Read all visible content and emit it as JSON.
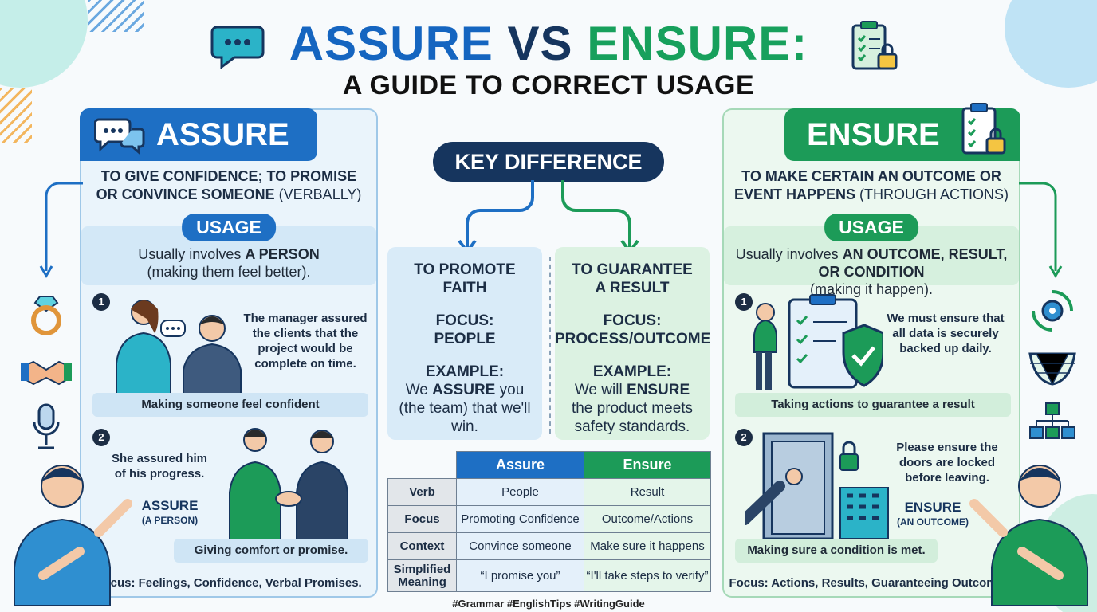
{
  "title": {
    "assure": "ASSURE",
    "vs": "VS",
    "ensure": "ENSURE:",
    "subtitle": "A GUIDE TO CORRECT USAGE"
  },
  "colors": {
    "assure_blue": "#1e6fc4",
    "ensure_green": "#1c9b58",
    "navy": "#16355e"
  },
  "assure": {
    "heading": "ASSURE",
    "definition": "TO GIVE CONFIDENCE; TO PROMISE OR CONVINCE SOMEONE",
    "definition_paren": "(VERBALLY)",
    "usage_label": "USAGE",
    "usage_prefix": "Usually involves ",
    "usage_bold": "A PERSON",
    "usage_suffix": "(making them feel better).",
    "example1_num": "1",
    "example1_text": "The manager assured the clients that the project would be complete on time.",
    "example1_caption": "Making someone feel confident",
    "example2_num": "2",
    "example2_text": "She assured him of his progress.",
    "example2_tag": "ASSURE",
    "example2_tag_sub": "(A PERSON)",
    "example2_caption": "Giving comfort or promise.",
    "focus": "Focus: Feelings, Confidence, Verbal Promises."
  },
  "ensure": {
    "heading": "ENSURE",
    "definition": "TO MAKE CERTAIN AN OUTCOME OR EVENT HAPPENS",
    "definition_paren": "(THROUGH ACTIONS)",
    "usage_label": "USAGE",
    "usage_prefix": "Usually involves ",
    "usage_bold": "AN OUTCOME, RESULT, OR CONDITION",
    "usage_suffix": "(making it happen).",
    "example1_num": "1",
    "example1_text": "We must ensure that all data is securely backed up daily.",
    "example1_caption": "Taking actions to guarantee a result",
    "example2_num": "2",
    "example2_text": "Please ensure the doors are locked before leaving.",
    "example2_tag": "ENSURE",
    "example2_tag_sub": "(AN OUTCOME)",
    "example2_caption": "Making sure a condition is met.",
    "focus": "Focus: Actions, Results, Guaranteeing Outcomes."
  },
  "key_difference": {
    "label": "KEY DIFFERENCE",
    "assure_col": {
      "heading": "TO PROMOTE FAITH",
      "focus_label": "FOCUS:",
      "focus_value": "PEOPLE",
      "example_label": "EXAMPLE:",
      "example_pre": "We ",
      "example_bold": "ASSURE",
      "example_post": " you (the team) that we'll win."
    },
    "ensure_col": {
      "heading": "TO GUARANTEE A RESULT",
      "focus_label": "FOCUS:",
      "focus_value": "PROCESS/OUTCOME",
      "example_label": "EXAMPLE:",
      "example_pre": "We will ",
      "example_bold": "ENSURE",
      "example_post": " the product meets safety standards."
    }
  },
  "table": {
    "headers": [
      "Assure",
      "Ensure"
    ],
    "rows": [
      {
        "label": "Verb",
        "assure": "People",
        "ensure": "Result"
      },
      {
        "label": "Focus",
        "assure": "Promoting Confidence",
        "ensure": "Outcome/Actions"
      },
      {
        "label": "Context",
        "assure": "Convince someone",
        "ensure": "Make sure it happens"
      },
      {
        "label": "Simplified Meaning",
        "assure": "“I promise you”",
        "ensure": "“I'll take steps to verify”"
      }
    ]
  },
  "hashtags": "#Grammar #EnglishTips #WritingGuide"
}
